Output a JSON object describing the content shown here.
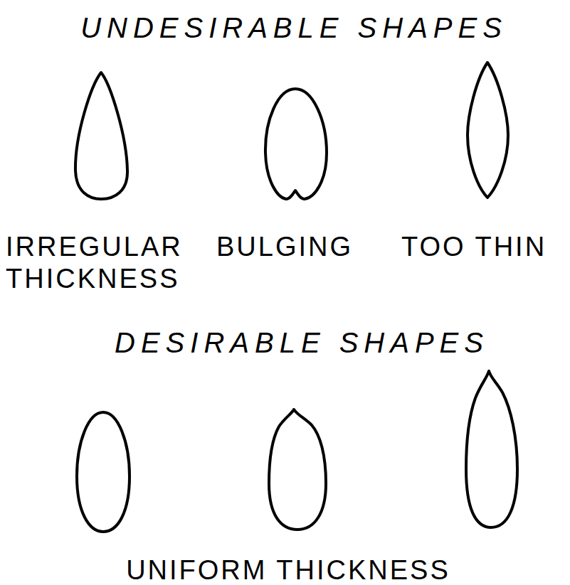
{
  "diagram": {
    "labels": [
      "UNDESIRABLE SHAPES",
      "IRREGULAR THICKNESS",
      "BULGING",
      "TOO THIN",
      "DESIRABLE SHAPES",
      "UNIFORM THICKNESS"
    ]
  }
}
